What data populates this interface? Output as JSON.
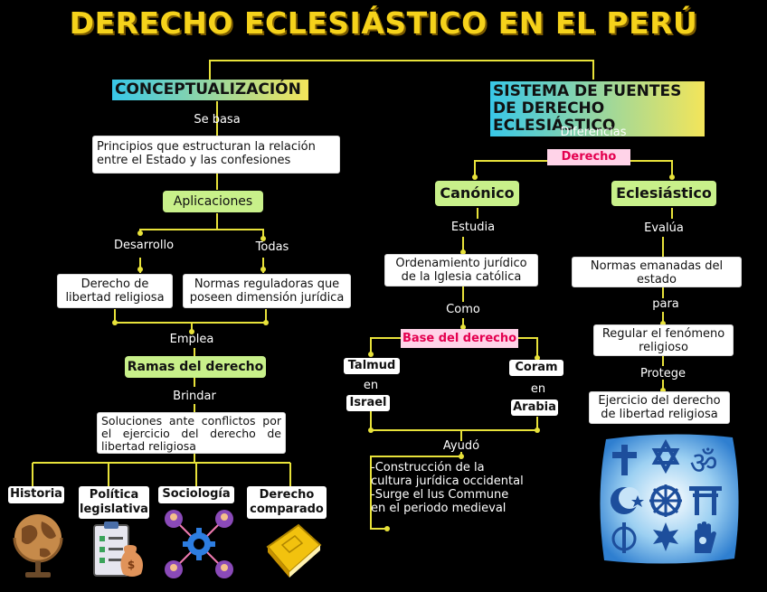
{
  "title": "DERECHO ECLESIÁSTICO EN EL PERÚ",
  "left": {
    "heading": "CONCEPTUALIZACIÓN",
    "se_basa": "Se basa",
    "principios": "Principios que estructuran la relación entre el Estado y las confesiones",
    "aplicaciones": "Aplicaciones",
    "desarrollo": "Desarrollo",
    "todas": "Todas",
    "derecho_libertad": "Derecho de libertad religiosa",
    "normas_reguladoras": "Normas reguladoras que poseen dimensión jurídica",
    "emplea": "Emplea",
    "ramas": "Ramas del derecho",
    "brindar": "Brindar",
    "soluciones": "Soluciones ante conflictos por el ejercicio del derecho de libertad religiosa",
    "branches": [
      "Historia",
      "Política legislativa",
      "Sociología",
      "Derecho comparado"
    ]
  },
  "right": {
    "heading": "SISTEMA DE FUENTES DE DERECHO ECLESIÁSTICO",
    "diferencias": "Diferencias",
    "derecho": "Derecho",
    "canonico": {
      "label": "Canónico",
      "estudia": "Estudia",
      "ordenamiento": "Ordenamiento jurídico de la Iglesia católica",
      "como": "Como",
      "base": "Base del derecho",
      "talmud": "Talmud",
      "en1": "en",
      "israel": "Israel",
      "coram": "Coram",
      "en2": "en",
      "arabia": "Arabia",
      "ayudo": "Ayudó",
      "contribuciones": "-Construcción de la cultura jurídica occidental -Surge el Ius Commune en el periodo medieval"
    },
    "eclesiastico": {
      "label": "Eclesiástico",
      "evalua": "Evalúa",
      "normas": "Normas emanadas del estado",
      "para": "para",
      "regular": "Regular el fenómeno religioso",
      "protege": "Protege",
      "ejercicio": "Ejercicio del derecho de libertad religiosa"
    }
  },
  "colors": {
    "title": "#f5d21b",
    "connector": "#e8e23a",
    "green_box": "#c8f08a",
    "pink_box": "#ffd3e8"
  },
  "icons": [
    "globe-icon",
    "clipboard-money-icon",
    "network-people-icon",
    "book-icon",
    "religious-symbols-icon"
  ]
}
